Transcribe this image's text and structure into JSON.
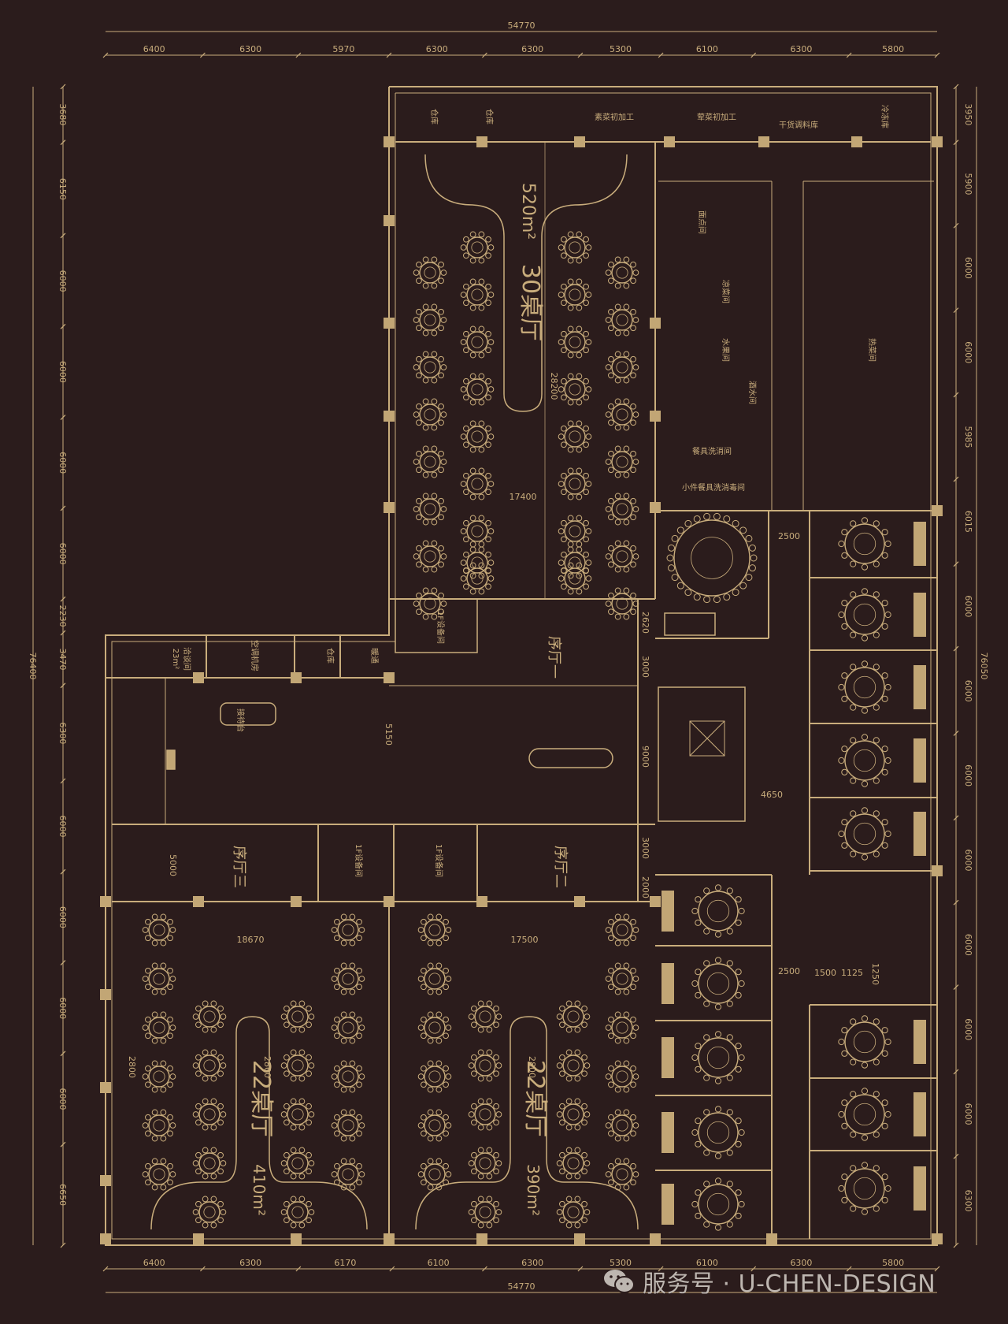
{
  "colors": {
    "background": "#2b1c1c",
    "line": "#c9ad7c",
    "fill": "#c2a675",
    "watermark": "#bdb6b0"
  },
  "dims": {
    "overall_top": "54770",
    "overall_bottom": "54770",
    "top": [
      "6400",
      "6300",
      "5970",
      "6300",
      "6300",
      "5300",
      "6100",
      "6300",
      "5800"
    ],
    "bottom": [
      "6400",
      "6300",
      "6170",
      "6100",
      "6300",
      "5300",
      "6100",
      "6300",
      "5800"
    ],
    "left_overall": "76400",
    "right_overall": "76050",
    "left": [
      "3680",
      "6150",
      "6000",
      "6000",
      "6000",
      "6000",
      "2230",
      "3470",
      "6300",
      "6000",
      "6000",
      "6000",
      "6000",
      "6650"
    ],
    "right": [
      "3950",
      "5900",
      "6000",
      "6000",
      "5985",
      "6015",
      "6000",
      "6000",
      "6000",
      "6000",
      "6000",
      "6000",
      "6000",
      "6300"
    ]
  },
  "halls": {
    "hall_30": {
      "tables": "30桌厅",
      "area": "520m²"
    },
    "hall_22_left": {
      "tables": "22桌厅",
      "area": "410m²"
    },
    "hall_22_right": {
      "tables": "22桌厅",
      "area": "390m²"
    }
  },
  "foyers": {
    "foyer_1": "序厅一",
    "foyer_2": "序厅二",
    "foyer_3": "序厅三"
  },
  "rooms": {
    "storage_1": "仓库",
    "storage_2": "仓库",
    "storage_3": "仓库",
    "veg_prep": "素菜初加工",
    "meat_prep": "荤菜初加工",
    "dry_goods": "干货调料库",
    "cold_storage": "冷冻库",
    "dim_sum": "面点间",
    "cold_dish": "凉菜间",
    "seafood": "水果间",
    "beverage": "酒水间",
    "dish_wash": "餐具洗消间",
    "small_wash": "小件餐具洗消毒间",
    "hot_kitchen": "热菜间",
    "front_desk": "接待台",
    "ac_room": "空调机房",
    "hvac": "暖通",
    "lounge_label": "洽谈间",
    "lounge_area": "23m²",
    "equip_1": "1F设备间",
    "equip_2": "1F设备间",
    "equip_3": "1F设备间"
  },
  "inner_dims": {
    "w_17400": "17400",
    "w_18670": "18670",
    "w_17500": "17500",
    "h_28200": "28200",
    "h_2800a": "2800",
    "h_2800b": "2800",
    "h_2800c": "2800",
    "d_2500a": "2500",
    "d_2500b": "2500",
    "d_4650": "4650",
    "d_2620": "2620",
    "d_3000a": "3000",
    "d_3000b": "3000",
    "d_9000": "9000",
    "d_5150": "5150",
    "d_5000": "5000",
    "d_2000": "2000",
    "d_1500": "1500",
    "d_1125": "1125",
    "d_1250": "1250"
  },
  "watermark": {
    "icon": "wechat-icon",
    "text": "服务号 · U-CHEN-DESIGN"
  }
}
